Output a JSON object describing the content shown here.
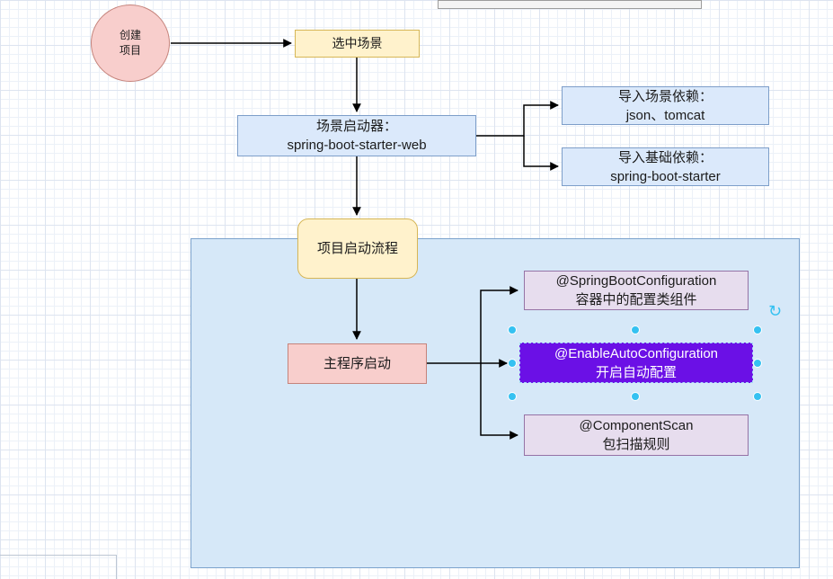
{
  "palette": {
    "yellow_fill": "#fff2cc",
    "yellow_stroke": "#d6b656",
    "blue_fill": "#dbe9fb",
    "blue_stroke": "#7d9ec9",
    "pink_fill": "#f8cecc",
    "pink_stroke": "#c5837b",
    "lavender_fill": "#e7ddee",
    "lavender_stroke": "#9673a6",
    "purple_fill": "#6b10e6",
    "container_fill": "#d6e8f8",
    "container_stroke": "#7ba2cc",
    "selection_color": "#35c1f1",
    "arrow_color": "#000000",
    "grid_minor": "#ecf1f8",
    "grid_major": "#dde4f0"
  },
  "nodes": {
    "create_project": {
      "label": "创建\n项目"
    },
    "select_scene": {
      "label": "选中场景"
    },
    "scene_starter": {
      "label": "场景启动器：\nspring-boot-starter-web"
    },
    "scene_deps": {
      "label": "导入场景依赖：\njson、tomcat"
    },
    "base_deps": {
      "label": "导入基础依赖：\nspring-boot-starter"
    },
    "launch_flow": {
      "label": "项目启动流程"
    },
    "main_start": {
      "label": "主程序启动"
    },
    "spring_boot_configuration": {
      "label": "@SpringBootConfiguration\n容器中的配置类组件"
    },
    "enable_auto_configuration": {
      "label": "@EnableAutoConfiguration\n开启自动配置",
      "selected": true
    },
    "component_scan": {
      "label": "@ComponentScan\n包扫描规则"
    }
  },
  "selection": {
    "rotate_icon": "↻"
  }
}
